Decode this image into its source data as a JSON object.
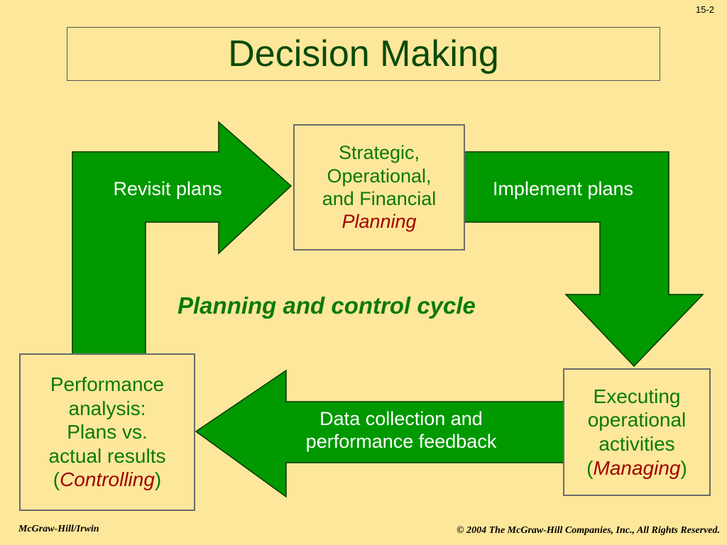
{
  "slide_number": "15-2",
  "title": "Decision Making",
  "colors": {
    "background": "#fde79a",
    "arrow_fill": "#009900",
    "arrow_stroke": "#003300",
    "title_text": "#0a4a0a",
    "box_text": "#0b7a0b",
    "emphasis_text": "#a00000"
  },
  "planning_box": {
    "line1": "Strategic,",
    "line2": "Operational,",
    "line3": "and Financial",
    "emphasis": "Planning"
  },
  "executing_box": {
    "line1": "Executing",
    "line2": "operational",
    "line3": "activities",
    "open_paren": "(",
    "emphasis": "Managing",
    "close_paren": ")"
  },
  "performance_box": {
    "line1": "Performance",
    "line2": "analysis:",
    "line3": "Plans vs.",
    "line4": "actual results",
    "open_paren": "(",
    "emphasis": "Controlling",
    "close_paren": ")"
  },
  "arrows": {
    "revisit": "Revisit plans",
    "implement": "Implement plans",
    "feedback_line1": "Data collection and",
    "feedback_line2": "performance feedback"
  },
  "cycle_label": "Planning and control cycle",
  "footer": {
    "publisher": "McGraw-Hill/Irwin",
    "copyright": "© 2004 The McGraw-Hill Companies, Inc., All Rights Reserved."
  }
}
